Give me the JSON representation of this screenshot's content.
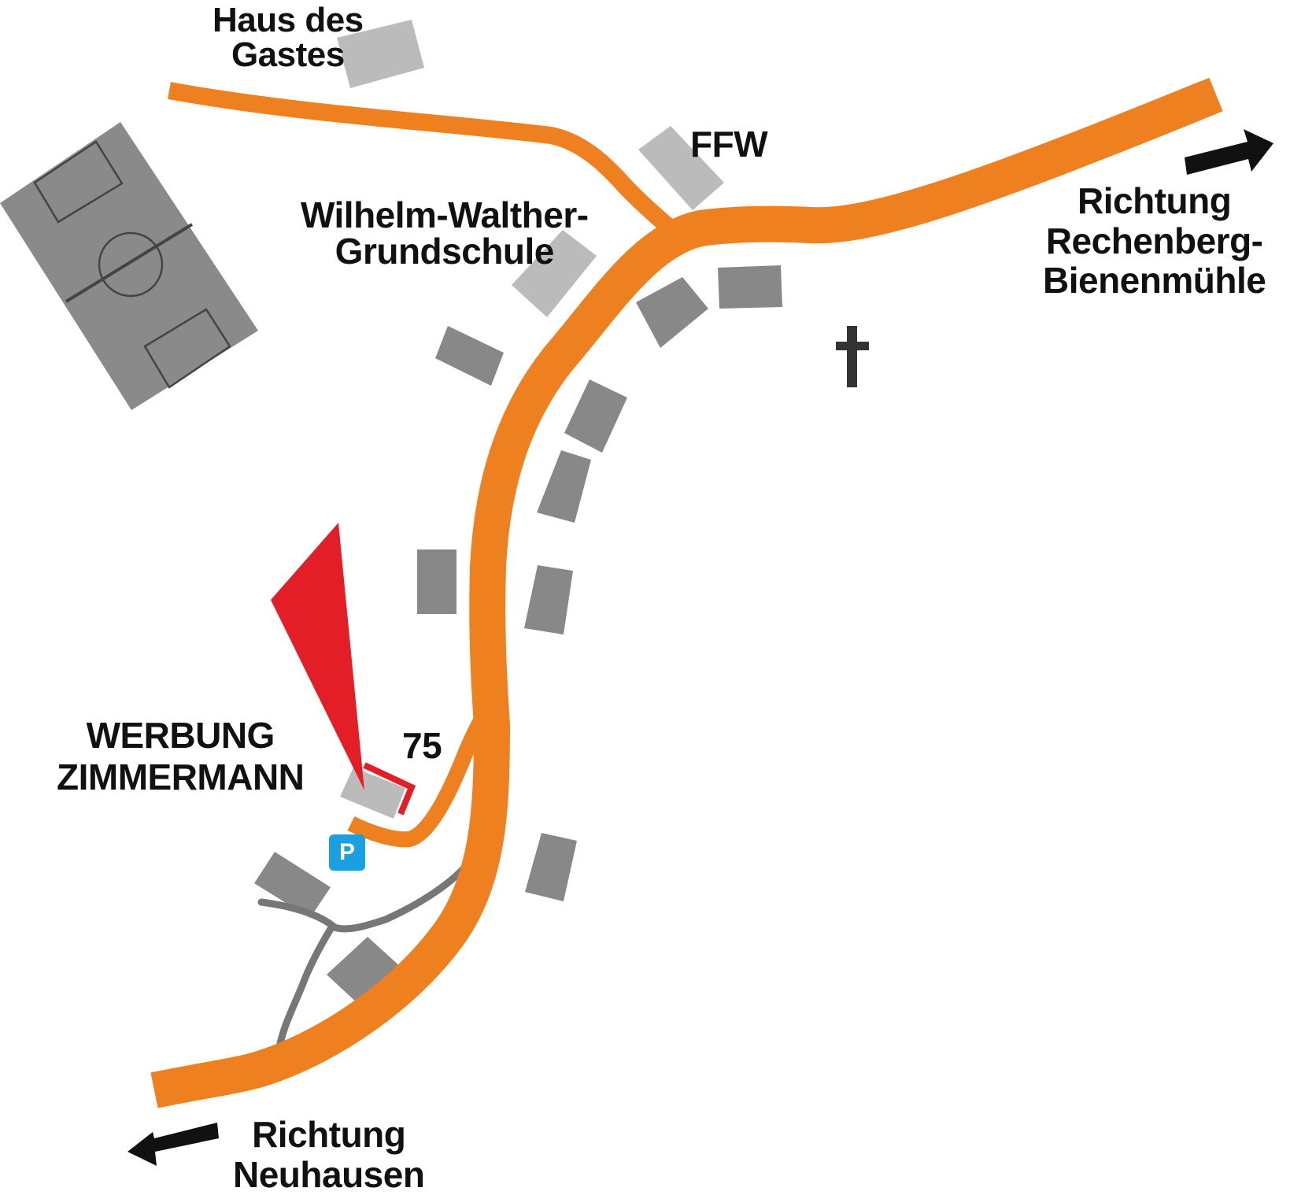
{
  "map": {
    "colors": {
      "main_road": "#ee8020",
      "building": "#888888",
      "building_light": "#bbbbbb",
      "path": "#777777",
      "marker": "#e31e27",
      "parking": "#1a9fe0",
      "field": "#8a8a8a"
    },
    "labels": {
      "haus_des_gastes_line1": "Haus des",
      "haus_des_gastes_line2": "Gastes",
      "ffw": "FFW",
      "school_line1": "Wilhelm-Walther-",
      "school_line2": "Grundschule",
      "east_line1": "Richtung",
      "east_line2": "Rechenberg-",
      "east_line3": "Bienenmühle",
      "south_line1": "Richtung",
      "south_line2": "Neuhausen",
      "company_line1": "WERBUNG",
      "company_line2": "ZIMMERMANN",
      "house_number": "75",
      "parking": "P"
    },
    "icons": [
      "church-cross-icon",
      "parking-icon",
      "direction-arrow-icon",
      "location-marker-icon",
      "soccer-field-icon"
    ]
  }
}
